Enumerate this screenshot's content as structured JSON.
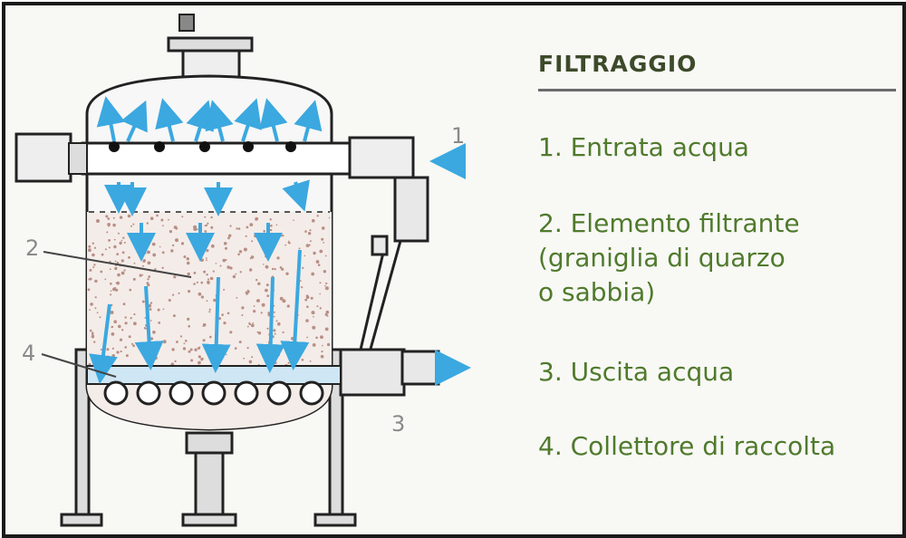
{
  "legend": {
    "title": "FILTRAGGIO",
    "items": [
      "1. Entrata acqua",
      "2. Elemento filtrante",
      "(graniglia di quarzo",
      "o sabbia)",
      "3. Uscita acqua",
      "4. Collettore di raccolta"
    ]
  },
  "callouts": {
    "n1": "1",
    "n2": "2",
    "n3": "3",
    "n4": "4"
  },
  "colors": {
    "arrow": "#3ba8e0",
    "text": "#4f7a2c",
    "outline": "#222222",
    "sand": "#c8a9a0"
  }
}
